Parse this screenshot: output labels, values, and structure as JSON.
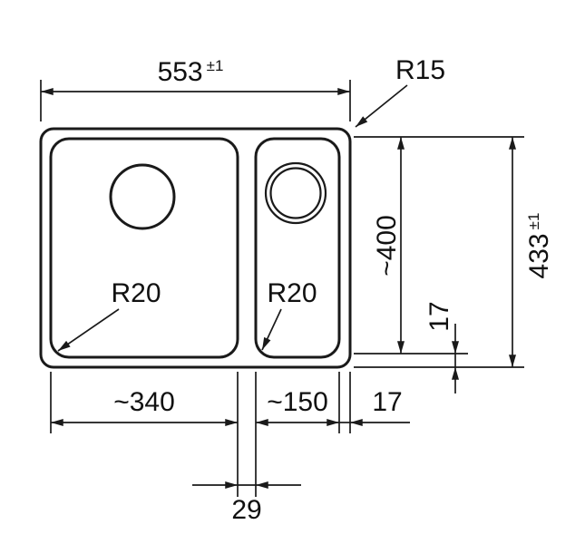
{
  "colors": {
    "line": "#1a1a1a",
    "text": "#111111",
    "background": "#ffffff"
  },
  "dimensions": {
    "overall_width": {
      "value": "553",
      "tolerance": "±1"
    },
    "overall_height": {
      "value": "433",
      "tolerance": "±1"
    },
    "corner_radius": "R15",
    "bowl_depth": "~400",
    "bottom_rim": "17",
    "left_bowl_width": "~340",
    "right_bowl_width": "~150",
    "right_rim": "17",
    "divider_width": "29",
    "left_bowl_corner_radius": "R20",
    "right_bowl_corner_radius": "R20"
  }
}
